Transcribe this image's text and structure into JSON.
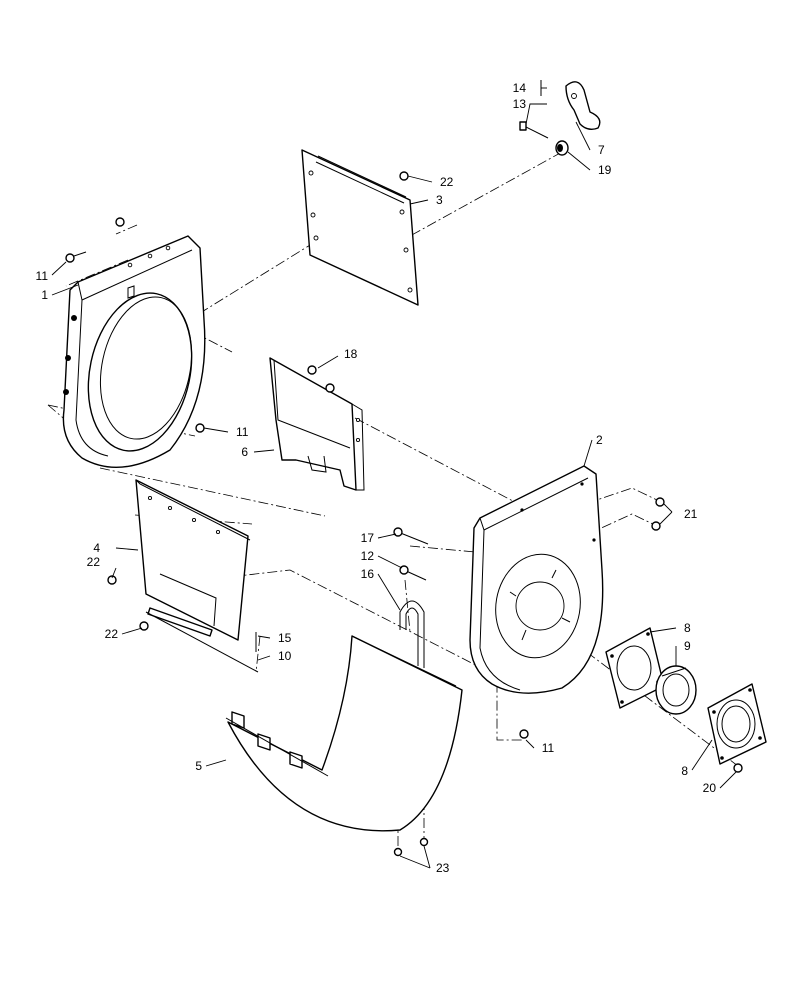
{
  "callouts": {
    "c1": "1",
    "c2": "2",
    "c3": "3",
    "c4": "4",
    "c5": "5",
    "c6": "6",
    "c7": "7",
    "c8a": "8",
    "c8b": "8",
    "c9": "9",
    "c10": "10",
    "c11a": "11",
    "c11b": "11",
    "c11c": "11",
    "c12": "12",
    "c13": "13",
    "c14": "14",
    "c15": "15",
    "c16": "16",
    "c17": "17",
    "c18": "18",
    "c19": "19",
    "c20": "20",
    "c21": "21",
    "c22a": "22",
    "c22b": "22",
    "c22c": "22",
    "c23": "23"
  }
}
